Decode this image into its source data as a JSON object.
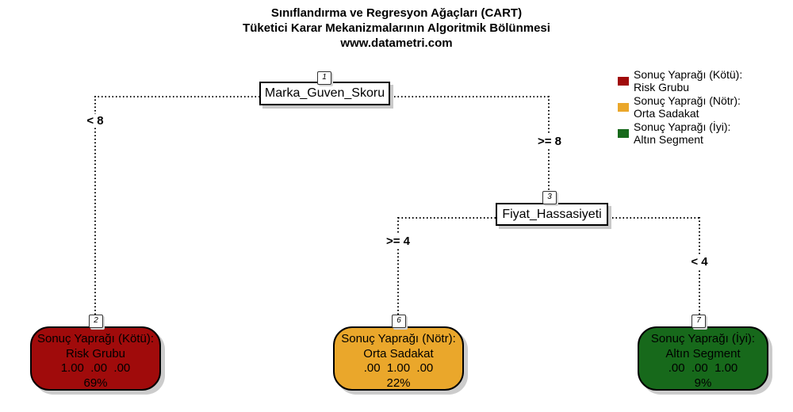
{
  "title": {
    "line1": "Sınıflandırma ve Regresyon Ağaçları (CART)",
    "line2": "Tüketici Karar Mekanizmalarının Algoritmik Bölünmesi",
    "line3": "www.datametri.com"
  },
  "legend": {
    "items": [
      {
        "swatch_color": "#A00B0B",
        "line1": "Sonuç Yaprağı (Kötü):",
        "line2": "Risk Grubu"
      },
      {
        "swatch_color": "#EAA72B",
        "line1": "Sonuç Yaprağı (Nötr):",
        "line2": "Orta Sadakat"
      },
      {
        "swatch_color": "#17691B",
        "line1": "Sonuç Yaprağı (İyi):",
        "line2": "Altın Segment"
      }
    ]
  },
  "tree": {
    "node1": {
      "number": "1",
      "label": "Marka_Guven_Skoru"
    },
    "node3": {
      "number": "3",
      "label": "Fiyat_Hassasiyeti"
    },
    "branch_node1_left": "< 8",
    "branch_node1_right": ">= 8",
    "branch_node3_left": ">= 4",
    "branch_node3_right": "< 4",
    "leaf2": {
      "number": "2",
      "color": "#A00B0B",
      "line1": "Sonuç Yaprağı (Kötü):",
      "line2": "Risk Grubu",
      "probabilities": "1.00  .00  .00",
      "coverage": "69%"
    },
    "leaf6": {
      "number": "6",
      "color": "#EAA72B",
      "line1": "Sonuç Yaprağı (Nötr):",
      "line2": "Orta Sadakat",
      "probabilities": ".00  1.00  .00",
      "coverage": "22%"
    },
    "leaf7": {
      "number": "7",
      "color": "#17691B",
      "line1": "Sonuç Yaprağı (İyi):",
      "line2": "Altın Segment",
      "probabilities": ".00  .00  1.00",
      "coverage": "9%"
    }
  }
}
